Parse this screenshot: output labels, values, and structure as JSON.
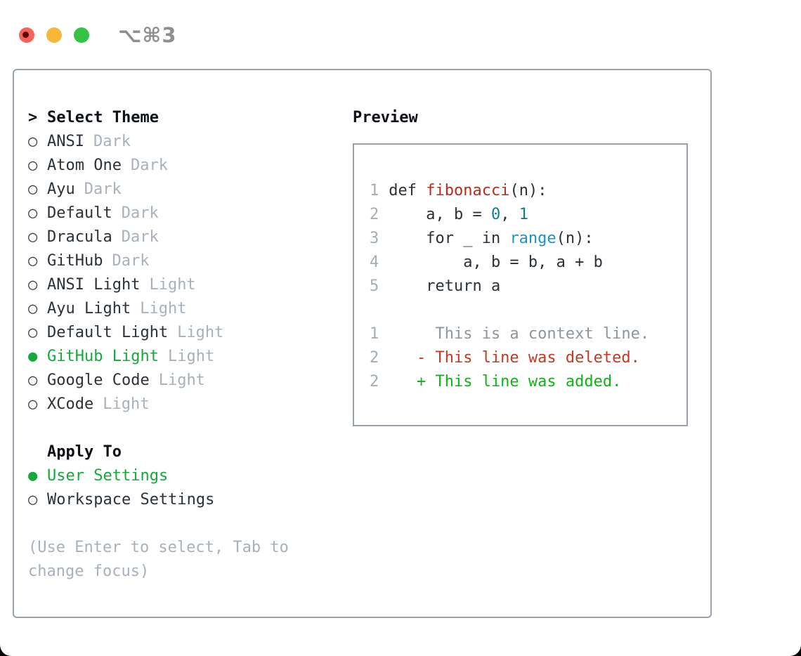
{
  "titlebar": {
    "shortcut": "⌥⌘3",
    "traffic_lights": [
      "close",
      "minimize",
      "zoom"
    ]
  },
  "colors": {
    "accent_green": "#17a83b",
    "added_green": "#0db413",
    "deleted_red": "#c43a20",
    "function_red": "#b42e1b",
    "number_teal": "#117e86",
    "builtin_blue": "#1895c5",
    "muted_gray": "#a7b1bb",
    "border_gray": "#99a2ac",
    "text_dark": "#2b3138",
    "traffic_red": "#f4645c",
    "traffic_yellow": "#f6b73c",
    "traffic_green": "#35c245"
  },
  "theme_list": {
    "header": {
      "marker": ">",
      "label": "Select Theme"
    },
    "items": [
      {
        "marker": "○",
        "name": "ANSI",
        "variant": "Dark",
        "selected": false
      },
      {
        "marker": "○",
        "name": "Atom One",
        "variant": "Dark",
        "selected": false
      },
      {
        "marker": "○",
        "name": "Ayu",
        "variant": "Dark",
        "selected": false
      },
      {
        "marker": "○",
        "name": "Default",
        "variant": "Dark",
        "selected": false
      },
      {
        "marker": "○",
        "name": "Dracula",
        "variant": "Dark",
        "selected": false
      },
      {
        "marker": "○",
        "name": "GitHub",
        "variant": "Dark",
        "selected": false
      },
      {
        "marker": "○",
        "name": "ANSI Light",
        "variant": "Light",
        "selected": false
      },
      {
        "marker": "○",
        "name": "Ayu Light",
        "variant": "Light",
        "selected": false
      },
      {
        "marker": "○",
        "name": "Default Light",
        "variant": "Light",
        "selected": false
      },
      {
        "marker": "●",
        "name": "GitHub Light",
        "variant": "Light",
        "selected": true
      },
      {
        "marker": "○",
        "name": "Google Code",
        "variant": "Light",
        "selected": false
      },
      {
        "marker": "○",
        "name": "XCode",
        "variant": "Light",
        "selected": false
      }
    ]
  },
  "apply_to": {
    "header": "Apply To",
    "items": [
      {
        "marker": "●",
        "name": "User Settings",
        "selected": true
      },
      {
        "marker": "○",
        "name": "Workspace Settings",
        "selected": false
      }
    ]
  },
  "hint": {
    "lines": [
      "(Use Enter to select, Tab to",
      "change focus)"
    ]
  },
  "preview": {
    "title": "Preview",
    "lines": [
      {
        "num": "1",
        "segments": [
          {
            "style": "plain",
            "text": " def "
          },
          {
            "style": "func",
            "text": "fibonacci"
          },
          {
            "style": "plain",
            "text": "(n):"
          }
        ]
      },
      {
        "num": "2",
        "segments": [
          {
            "style": "plain",
            "text": "     a, b = "
          },
          {
            "style": "num",
            "text": "0"
          },
          {
            "style": "plain",
            "text": ", "
          },
          {
            "style": "num",
            "text": "1"
          }
        ]
      },
      {
        "num": "3",
        "segments": [
          {
            "style": "plain",
            "text": "     for _ in "
          },
          {
            "style": "builtin",
            "text": "range"
          },
          {
            "style": "plain",
            "text": "(n):"
          }
        ]
      },
      {
        "num": "4",
        "segments": [
          {
            "style": "plain",
            "text": "         a, b = b, a + b"
          }
        ]
      },
      {
        "num": "5",
        "segments": [
          {
            "style": "plain",
            "text": "     return a"
          }
        ]
      },
      {
        "num": "",
        "segments": []
      },
      {
        "num": "1",
        "segments": [
          {
            "style": "context",
            "text": "      This is a context line."
          }
        ]
      },
      {
        "num": "2",
        "segments": [
          {
            "style": "del",
            "text": "    - This line was deleted."
          }
        ]
      },
      {
        "num": "2",
        "segments": [
          {
            "style": "add",
            "text": "    + This line was added."
          }
        ]
      }
    ]
  }
}
